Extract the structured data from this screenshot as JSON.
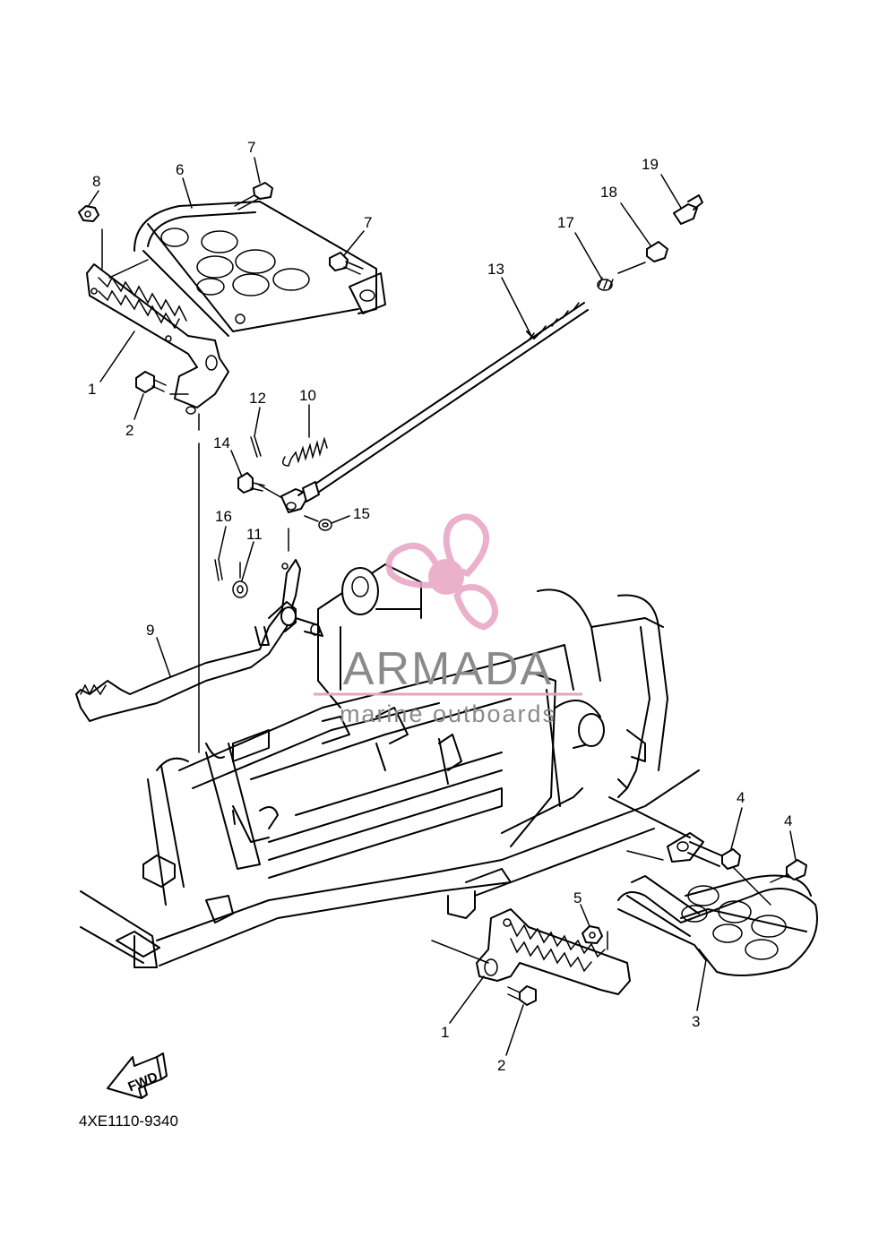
{
  "diagram": {
    "part_code": "4XE1110-9340",
    "fwd_label": "FWD",
    "callouts": [
      {
        "id": "c1a",
        "label": "1"
      },
      {
        "id": "c1b",
        "label": "1"
      },
      {
        "id": "c2a",
        "label": "2"
      },
      {
        "id": "c2b",
        "label": "2"
      },
      {
        "id": "c3",
        "label": "3"
      },
      {
        "id": "c4a",
        "label": "4"
      },
      {
        "id": "c4b",
        "label": "4"
      },
      {
        "id": "c5",
        "label": "5"
      },
      {
        "id": "c6",
        "label": "6"
      },
      {
        "id": "c7a",
        "label": "7"
      },
      {
        "id": "c7b",
        "label": "7"
      },
      {
        "id": "c8",
        "label": "8"
      },
      {
        "id": "c9",
        "label": "9"
      },
      {
        "id": "c10",
        "label": "10"
      },
      {
        "id": "c11",
        "label": "11"
      },
      {
        "id": "c12",
        "label": "12"
      },
      {
        "id": "c13",
        "label": "13"
      },
      {
        "id": "c14",
        "label": "14"
      },
      {
        "id": "c15",
        "label": "15"
      },
      {
        "id": "c16",
        "label": "16"
      },
      {
        "id": "c17",
        "label": "17"
      },
      {
        "id": "c18",
        "label": "18"
      },
      {
        "id": "c19",
        "label": "19"
      }
    ]
  },
  "watermark": {
    "title": "ARMADA",
    "subtitle": "marine outboards",
    "color_gray": "#8a8a8a",
    "color_pink": "#e8a3c4"
  }
}
